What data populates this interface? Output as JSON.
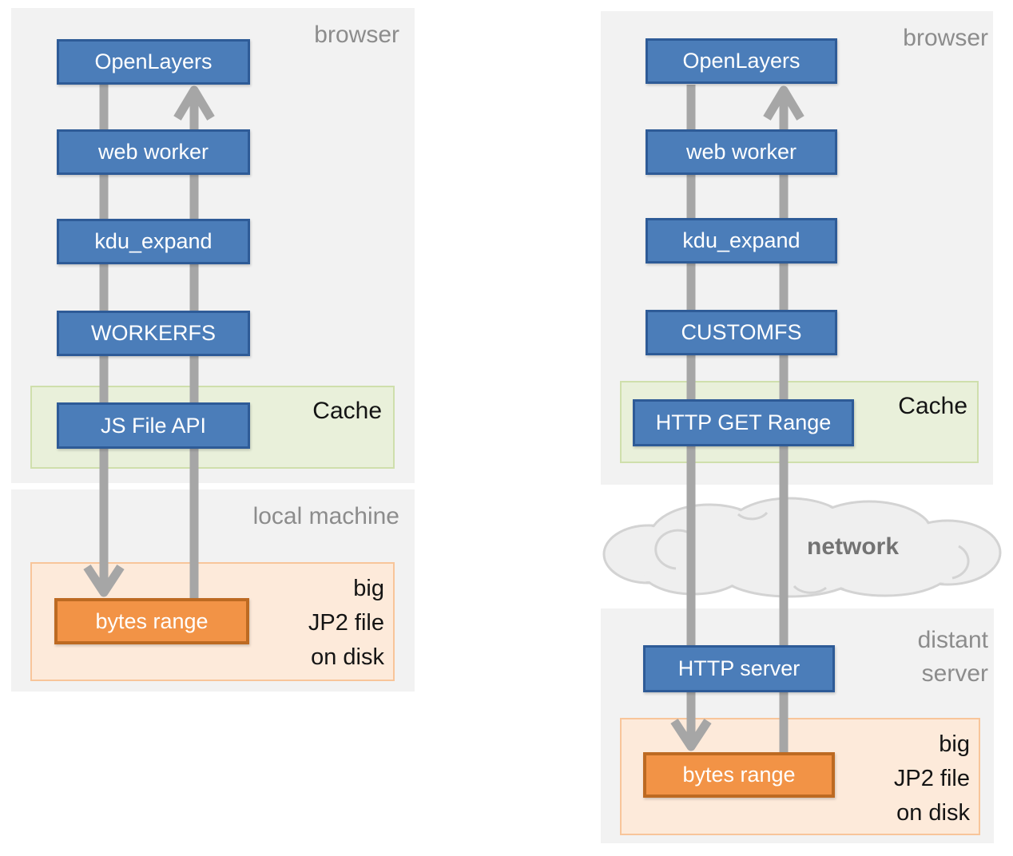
{
  "left": {
    "region_label": "browser",
    "stack": [
      "OpenLayers",
      "web worker",
      "kdu_expand",
      "WORKERFS"
    ],
    "cache_label": "Cache",
    "cache_box": "JS File API",
    "machine_label": "local machine",
    "file_note_lines": [
      "big",
      "JP2 file",
      "on disk"
    ],
    "file_box": "bytes range"
  },
  "right": {
    "region_label": "browser",
    "stack": [
      "OpenLayers",
      "web worker",
      "kdu_expand",
      "CUSTOMFS"
    ],
    "cache_label": "Cache",
    "cache_box": "HTTP GET Range",
    "network_label": "network",
    "server_region_lines": [
      "distant",
      "server"
    ],
    "server_box": "HTTP server",
    "file_note_lines": [
      "big",
      "JP2 file",
      "on disk"
    ],
    "file_box": "bytes range"
  },
  "colors": {
    "region_background": "#f2f2f2",
    "region_label_text": "#8c8c8c",
    "box_blue_fill": "#4b7db9",
    "box_blue_border": "#2e5b97",
    "box_text": "#ffffff",
    "cache_fill": "#e9f0da",
    "cache_border": "#cfdfac",
    "file_container_fill": "#fdeada",
    "file_container_border": "#f8c59a",
    "bytes_fill": "#f29346",
    "bytes_border": "#bd6a22",
    "arrow": "#a6a6a6",
    "cloud_fill": "#efefef",
    "cloud_stroke": "#d3d3d3",
    "network_text": "#737373",
    "dark_text": "#141414"
  }
}
